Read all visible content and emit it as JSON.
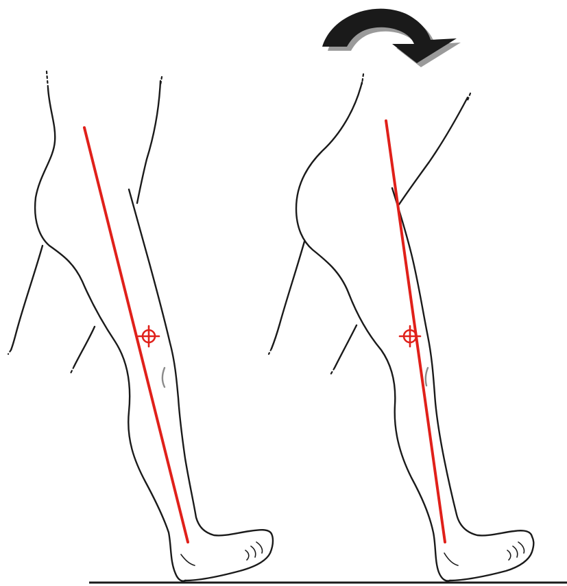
{
  "colors": {
    "outline": "#1a1a1a",
    "accent": "#e0201a",
    "background": "#ffffff",
    "arrow": "#1a1a1a"
  },
  "panels": [
    {
      "name": "left-leg",
      "state": "neutral",
      "has_axis_line": true,
      "has_center_marker": true
    },
    {
      "name": "right-leg",
      "state": "rotated",
      "has_axis_line": true,
      "has_center_marker": true,
      "rotation_arrow_icon": "clockwise-curved-arrow-icon"
    }
  ]
}
